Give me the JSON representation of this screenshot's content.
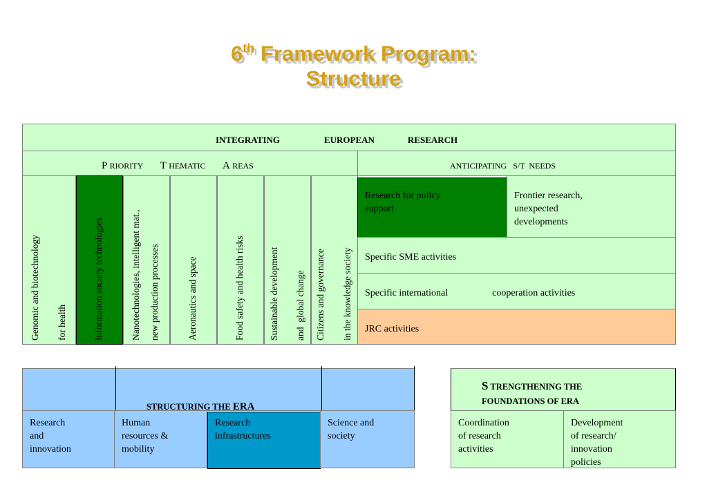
{
  "title": {
    "six": "6",
    "th": "th",
    "line1_rest": " Framework Program:",
    "line2": "Structure"
  },
  "integrating": {
    "word1": "INTEGRATING",
    "word2": "EUROPEAN",
    "word3": "RESEARCH",
    "priority_p": "P",
    "priority_rest": "RIORITY",
    "thematic_t": "T",
    "thematic_rest": "HEMATIC",
    "areas_a": "A",
    "areas_rest": "REAS",
    "anticipating": "ANTICIPATING   S/T  NEEDS",
    "priorities": [
      {
        "line1": "Genomic and biotechnology",
        "line2": "for health"
      },
      {
        "line1": "Information society technologies",
        "line2": ""
      },
      {
        "line1": "Nanotechnologies, intelligent mat.,",
        "line2": "new production processes"
      },
      {
        "line1": "Aeronautics and space",
        "line2": ""
      },
      {
        "line1": "Food safety and health risks",
        "line2": ""
      },
      {
        "line1": "Sustainable development",
        "line2": "and  global change"
      },
      {
        "line1": "Citizens and governance",
        "line2": "in the knowledge society"
      }
    ],
    "policy": "Research for policy support",
    "frontier": "Frontier research, unexpected developments",
    "sme": "Specific SME activities",
    "intl_a": "Specific international",
    "intl_b": "cooperation activities",
    "jrc": "JRC activities"
  },
  "structuring": {
    "title_prefix": "STRUCTURING THE ",
    "title_era": "ERA",
    "cells": [
      {
        "l1": "Research",
        "l2": "and",
        "l3": "innovation"
      },
      {
        "l1": "Human",
        "l2": "resources &",
        "l3": "mobility"
      },
      {
        "l1": "Research",
        "l2": "infrastructures",
        "l3": ""
      },
      {
        "l1": "Science and",
        "l2": "society",
        "l3": ""
      }
    ]
  },
  "strengthening": {
    "s": "S",
    "rest1": "TRENGTHENING THE",
    "line2": "FOUNDATIONS OF ERA",
    "cells": [
      {
        "l1": "Coordination",
        "l2": "of research",
        "l3": "activities",
        "l4": ""
      },
      {
        "l1": "Development",
        "l2": "of research/",
        "l3": "innovation",
        "l4": "policies"
      }
    ]
  },
  "colors": {
    "light_green": "#ccffcc",
    "dark_green": "#008000",
    "orange": "#ffcc99",
    "light_blue": "#99ccff",
    "teal": "#0099cc",
    "title_gold": "#d4a017"
  }
}
